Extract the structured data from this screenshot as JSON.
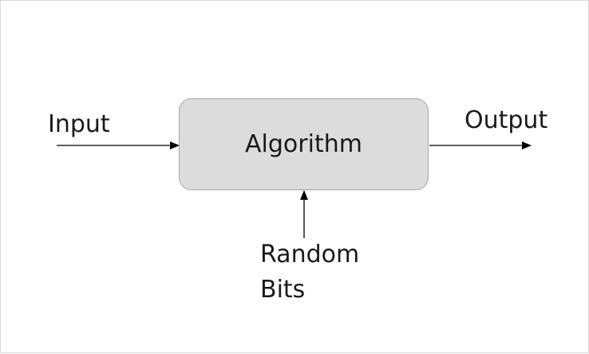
{
  "diagram": {
    "nodes": {
      "input_label": "Input",
      "output_label": "Output",
      "algorithm_label": "Algorithm",
      "random_line1": "Random",
      "random_line2": "Bits"
    },
    "colors": {
      "box_fill": "#dcdcdc",
      "box_border": "#a6a6a6",
      "arrow": "#000000",
      "text": "#1a1a1a"
    }
  }
}
